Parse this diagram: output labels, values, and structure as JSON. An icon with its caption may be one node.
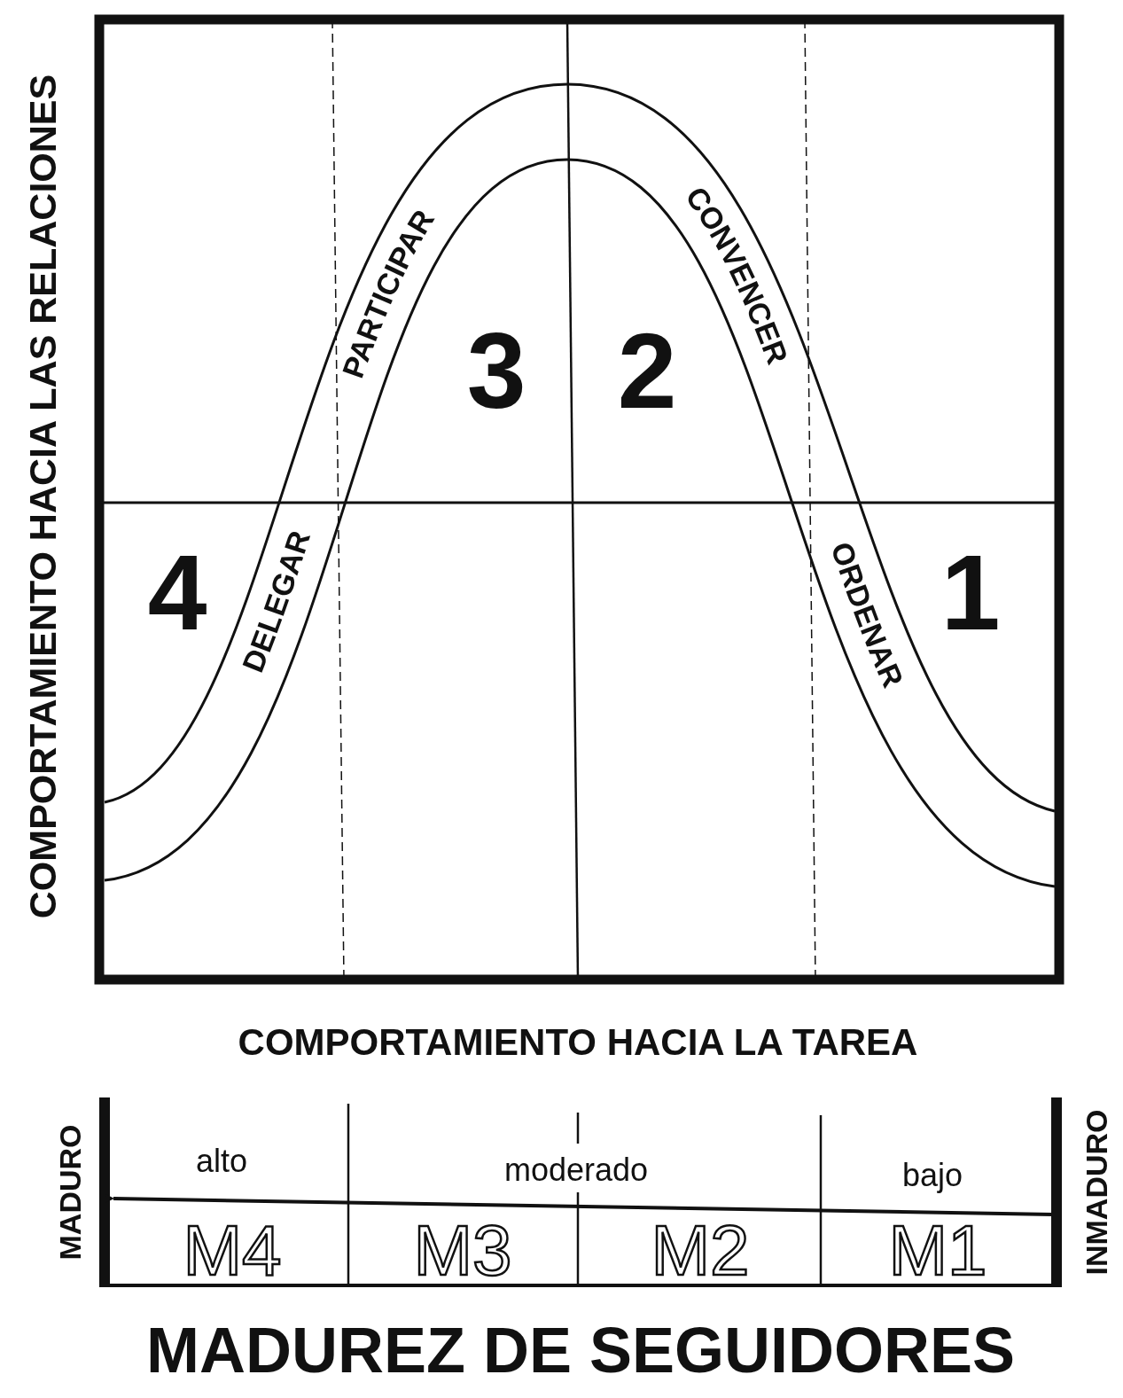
{
  "diagram": {
    "title": "MADUREZ DE SEGUIDORES",
    "labels": [
      "COMPORTAMIENTO HACIA LAS RELACIONES",
      "PARTICIPAR",
      "CONVENCER",
      "3",
      "2",
      "4",
      "DELEGAR",
      "ORDENAR",
      "1",
      "COMPORTAMIENTO HACIA LA TAREA",
      "MADURO",
      "alto",
      "moderado",
      "bajo",
      "M4",
      "M3",
      "M2",
      "M1",
      "INMADURO"
    ]
  }
}
